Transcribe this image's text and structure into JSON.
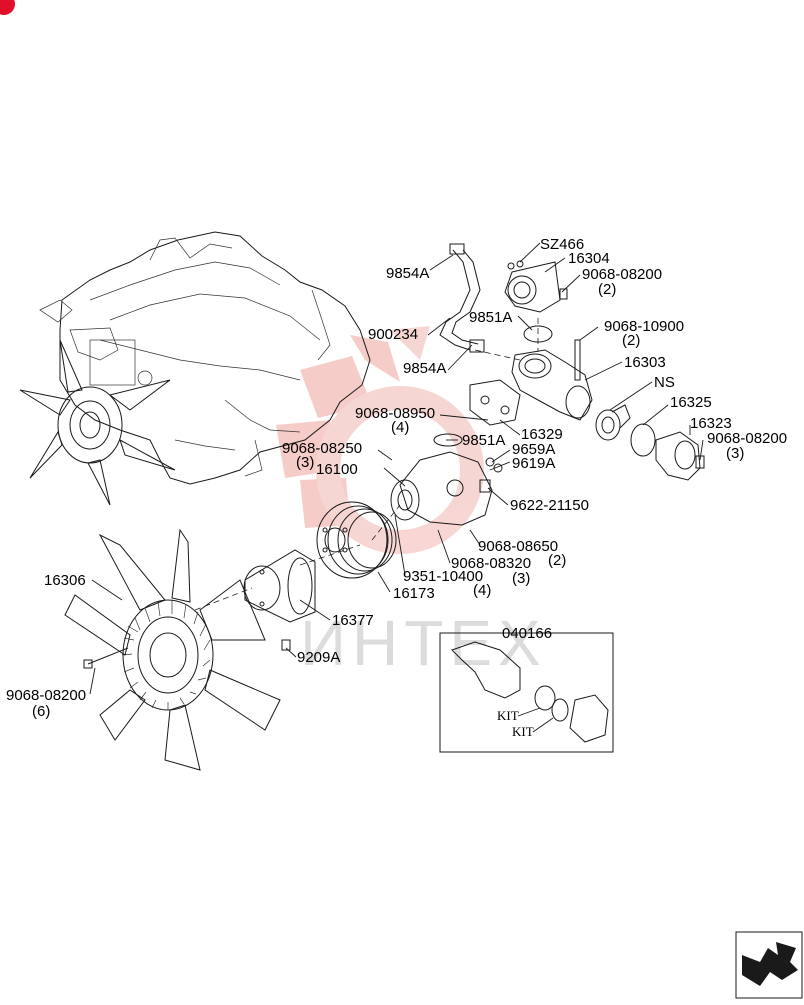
{
  "watermark": "ИНТЕХ",
  "inset_label": "040166",
  "kit_labels": [
    "KIT",
    "KIT"
  ],
  "callouts": [
    {
      "id": "sz466",
      "label": "SZ466"
    },
    {
      "id": "16304",
      "label": "16304"
    },
    {
      "id": "9068-08200-a",
      "label": "9068-08200",
      "qty": "(2)"
    },
    {
      "id": "9854a-top",
      "label": "9854A"
    },
    {
      "id": "9851a-top",
      "label": "9851A"
    },
    {
      "id": "9068-10900",
      "label": "9068-10900",
      "qty": "(2)"
    },
    {
      "id": "900234",
      "label": "900234"
    },
    {
      "id": "16303",
      "label": "16303"
    },
    {
      "id": "9854a-low",
      "label": "9854A"
    },
    {
      "id": "ns",
      "label": "NS"
    },
    {
      "id": "16325",
      "label": "16325"
    },
    {
      "id": "9068-08950",
      "label": "9068-08950",
      "qty": "(4)"
    },
    {
      "id": "16329",
      "label": "16329"
    },
    {
      "id": "16323",
      "label": "16323"
    },
    {
      "id": "9068-08200-b",
      "label": "9068-08200",
      "qty": "(3)"
    },
    {
      "id": "9851a-mid",
      "label": "9851A"
    },
    {
      "id": "9068-08250",
      "label": "9068-08250",
      "qty": "(3)"
    },
    {
      "id": "9659a",
      "label": "9659A"
    },
    {
      "id": "9619a",
      "label": "9619A"
    },
    {
      "id": "16100",
      "label": "16100"
    },
    {
      "id": "9622-21150",
      "label": "9622-21150"
    },
    {
      "id": "9068-08650",
      "label": "9068-08650",
      "qty": "(2)"
    },
    {
      "id": "9068-08320",
      "label": "9068-08320",
      "qty": "(3)"
    },
    {
      "id": "9351-10400",
      "label": "9351-10400",
      "qty": "(4)"
    },
    {
      "id": "16173",
      "label": "16173"
    },
    {
      "id": "16306",
      "label": "16306"
    },
    {
      "id": "16377",
      "label": "16377"
    },
    {
      "id": "9209a",
      "label": "9209A"
    },
    {
      "id": "9068-08200-c",
      "label": "9068-08200",
      "qty": "(6)"
    }
  ],
  "icons": {
    "nav": "next-page-arrow-icon",
    "corner": "red-corner-mark-icon"
  },
  "colors": {
    "watermark_red": "#f4c7c3",
    "line": "#1a1a1a",
    "corner_mark": "#e0102a"
  }
}
